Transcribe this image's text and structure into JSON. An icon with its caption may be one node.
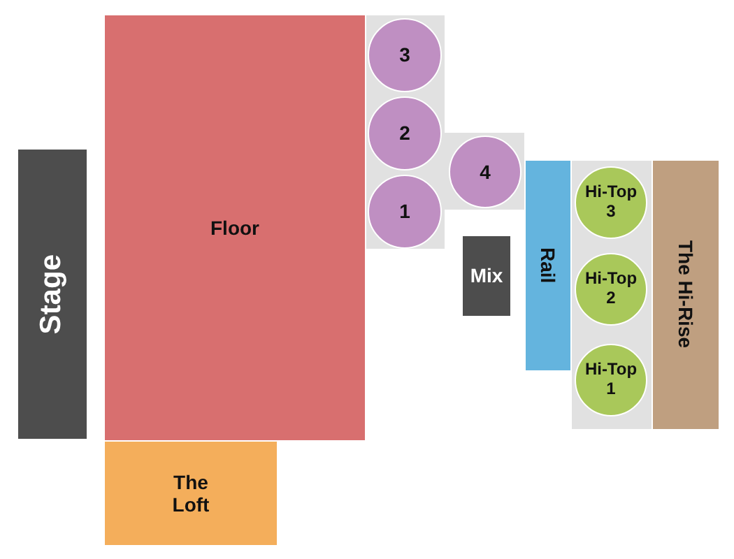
{
  "diagram": {
    "nodes": [
      {
        "text": [
          "Stage"
        ]
      },
      {
        "text": [
          "Floor"
        ]
      },
      {
        "text": [
          "The Loft"
        ]
      },
      {
        "text": [
          "3"
        ]
      },
      {
        "text": [
          "2"
        ]
      },
      {
        "text": [
          "1"
        ]
      },
      {
        "text": [
          "4"
        ]
      },
      {
        "text": [
          "Mix"
        ]
      },
      {
        "text": [
          "Rail"
        ]
      },
      {
        "text": [
          "Hi-Top 3"
        ]
      },
      {
        "text": [
          "Hi-Top 2"
        ]
      },
      {
        "text": [
          "Hi-Top 1"
        ]
      },
      {
        "text": [
          "The Hi-Rise"
        ]
      }
    ]
  }
}
